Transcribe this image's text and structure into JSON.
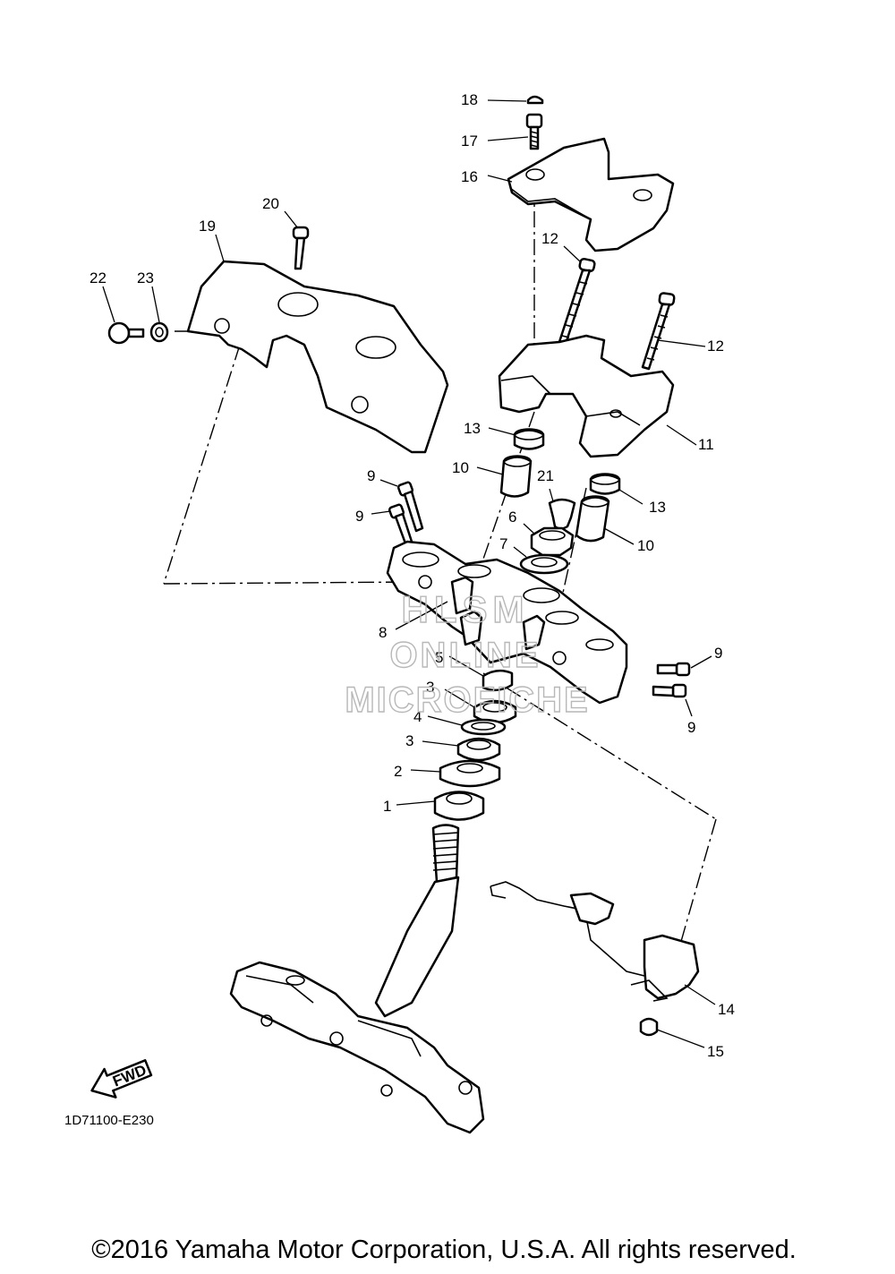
{
  "callouts": [
    "1",
    "2",
    "3",
    "3",
    "4",
    "5",
    "6",
    "7",
    "8",
    "9",
    "9",
    "9",
    "9",
    "10",
    "10",
    "11",
    "12",
    "12",
    "13",
    "13",
    "14",
    "15",
    "16",
    "17",
    "18",
    "19",
    "20",
    "21",
    "22",
    "23"
  ],
  "watermark": {
    "line1": "HLSM",
    "line2": "ONLINE",
    "line3": "MICROFICHE"
  },
  "arrow_label": "FWD",
  "diagram_code": "1D71100-E230",
  "copyright": "©2016 Yamaha Motor Corporation, U.S.A. All rights reserved."
}
